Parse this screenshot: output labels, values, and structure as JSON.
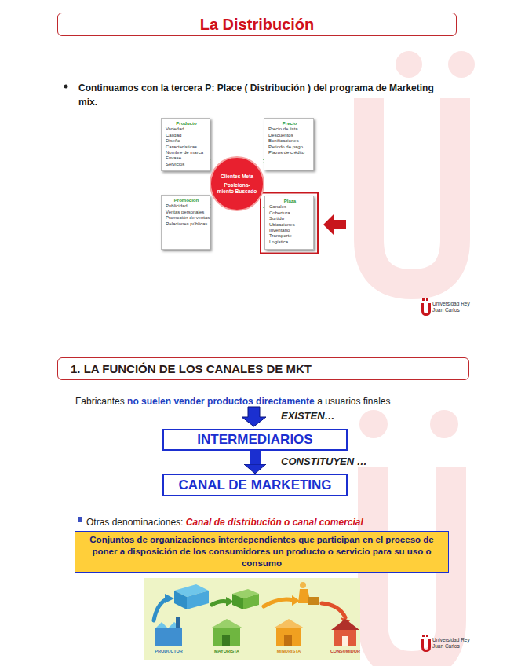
{
  "diagram": {
    "nodes": [
      {
        "text": [
          "La Distribución"
        ]
      },
      {
        "text": [
          "Producto",
          "Variedad",
          "Calidad",
          "Diseño",
          "Características",
          "Nombre de marca",
          "Envase",
          "Servicios"
        ]
      },
      {
        "text": [
          "Precio",
          "Precio de lista",
          "Descuentos",
          "Bonificaciones",
          "Periodo de pago",
          "Plazos de crédito"
        ]
      },
      {
        "text": [
          "Clientes Meta",
          "Posiciona-miento Buscado"
        ]
      },
      {
        "text": [
          "Promoción",
          "Publicidad",
          "Ventas personales",
          "Promoción de ventas",
          "Relaciones públicas"
        ]
      },
      {
        "text": [
          "Plaza",
          "Canales",
          "Cobertura",
          "Surtido",
          "Ubicaciones",
          "Inventario",
          "Transporte",
          "Logística"
        ]
      },
      {
        "text": [
          "1. LA FUNCIÓN DE LOS CANALES DE MKT"
        ]
      },
      {
        "text": [
          "INTERMEDIARIOS"
        ]
      },
      {
        "text": [
          "CANAL DE MARKETING"
        ]
      },
      {
        "text": [
          "Conjuntos de organizaciones interdependientes que participan en el proceso de poner a disposición de los consumidores un producto o servicio para su uso o consumo"
        ]
      }
    ],
    "edges": [
      {
        "from": 1,
        "to": 3,
        "arrow": "to"
      },
      {
        "from": 2,
        "to": 3,
        "arrow": "to"
      },
      {
        "from": 4,
        "to": 3,
        "arrow": "to"
      },
      {
        "from": 5,
        "to": 3,
        "arrow": "to"
      },
      {
        "from": 7,
        "to": 8,
        "label": "CONSTITUYEN …",
        "arrow": "to"
      }
    ],
    "labels": [
      "Continuamos con la tercera P: Place ( Distribución ) del programa de Marketing mix.",
      "Universidad Rey Juan Carlos",
      "Fabricantes",
      "no suelen vender productos directamente",
      "a usuarios finales",
      "EXISTEN…",
      "Otras denominaciones:",
      "Canal de distribución o canal comercial",
      "PRODUCTOR",
      "MAYORISTA",
      "MINORISTA",
      "CONSUMIDOR",
      "Universidad Rey Juan Carlos"
    ]
  }
}
